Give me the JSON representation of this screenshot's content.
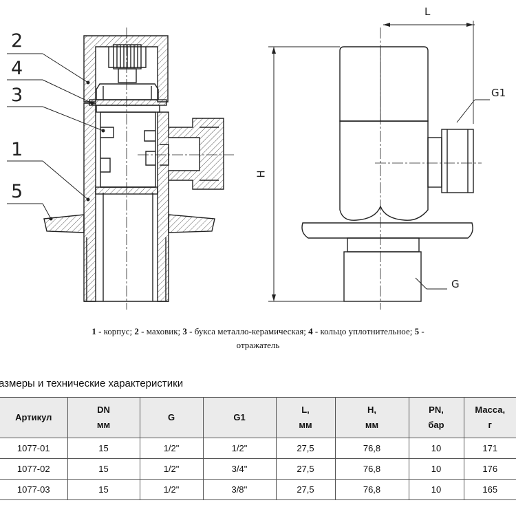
{
  "labels": {
    "callouts": [
      "2",
      "4",
      "3",
      "1",
      "5"
    ],
    "dim_L": "L",
    "dim_H": "H",
    "dim_G1": "G1",
    "dim_G": "G"
  },
  "legend": {
    "n1": "1",
    "t1": " - корпус; ",
    "n2": "2",
    "t2": " - маховик; ",
    "n3": "3",
    "t3": " - букса металло-керамическая; ",
    "n4": "4",
    "t4": " - кольцо уплотнительное; ",
    "n5": "5",
    "t5": " - отражатель"
  },
  "table_title": "азмеры и технические характеристики",
  "table": {
    "headers": [
      [
        "Артикул"
      ],
      [
        "DN",
        "мм"
      ],
      [
        "G"
      ],
      [
        "G1"
      ],
      [
        "L,",
        "мм"
      ],
      [
        "H,",
        "мм"
      ],
      [
        "PN,",
        "бар"
      ],
      [
        "Масса,",
        "г"
      ]
    ],
    "rows": [
      [
        "1077-01",
        "15",
        "1/2\"",
        "1/2\"",
        "27,5",
        "76,8",
        "10",
        "171"
      ],
      [
        "1077-02",
        "15",
        "1/2\"",
        "3/4\"",
        "27,5",
        "76,8",
        "10",
        "176"
      ],
      [
        "1077-03",
        "15",
        "1/2\"",
        "3/8''",
        "27,5",
        "76,8",
        "10",
        "165"
      ]
    ]
  }
}
